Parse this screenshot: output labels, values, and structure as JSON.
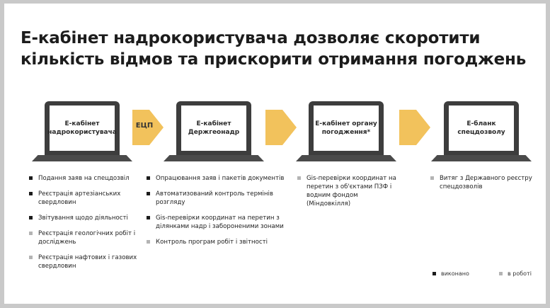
{
  "title": "Е-кабінет надрокористувача дозволяє скоротити кількість відмов та прискорити отримання погоджень",
  "colors": {
    "arrow": "#f2c25c",
    "laptop": "#3d3d3d",
    "done": "#1c1c1c",
    "in_progress": "#b4b4b4"
  },
  "stages": [
    {
      "label": "Е-кабінет\nнадрокористувача"
    },
    {
      "label": "Е-кабінет\nДержгеонадр"
    },
    {
      "label": "Е-кабінет органу\nпогодження*"
    },
    {
      "label": "Е-бланк\nспецдозволу"
    }
  ],
  "arrows": [
    {
      "label": "ЕЦП"
    },
    {
      "label": ""
    },
    {
      "label": ""
    }
  ],
  "columns": [
    {
      "items": [
        {
          "text": "Подання заяв на спецдозвіл",
          "status": "done"
        },
        {
          "text": "Реєстрація артезіанських свердловин",
          "status": "done"
        },
        {
          "text": "Звітування щодо діяльності",
          "status": "done"
        },
        {
          "text": "Реєстрація геологічних робіт і досліджень",
          "status": "in_progress"
        },
        {
          "text": "Реєстрація нафтових і газових свердловин",
          "status": "in_progress"
        }
      ]
    },
    {
      "items": [
        {
          "text": "Опрацювання заяв і пакетів документів",
          "status": "done"
        },
        {
          "text": "Автоматизований контроль термінів розгляду",
          "status": "done"
        },
        {
          "text": "Gis-перевірки координат на перетин з ділянками надр і забороненими зонами",
          "status": "done"
        },
        {
          "text": "Контроль програм робіт і звітності",
          "status": "in_progress"
        }
      ]
    },
    {
      "items": [
        {
          "text": "Gis-перевірки координат на перетин з об'єктами ПЗФ і водним фондом (Міндовкілля)",
          "status": "in_progress"
        }
      ]
    },
    {
      "items": [
        {
          "text": "Витяг з Державного реєстру спецдозволів",
          "status": "in_progress"
        }
      ]
    }
  ],
  "legend": {
    "done": "виконано",
    "in_progress": "в роботі"
  }
}
